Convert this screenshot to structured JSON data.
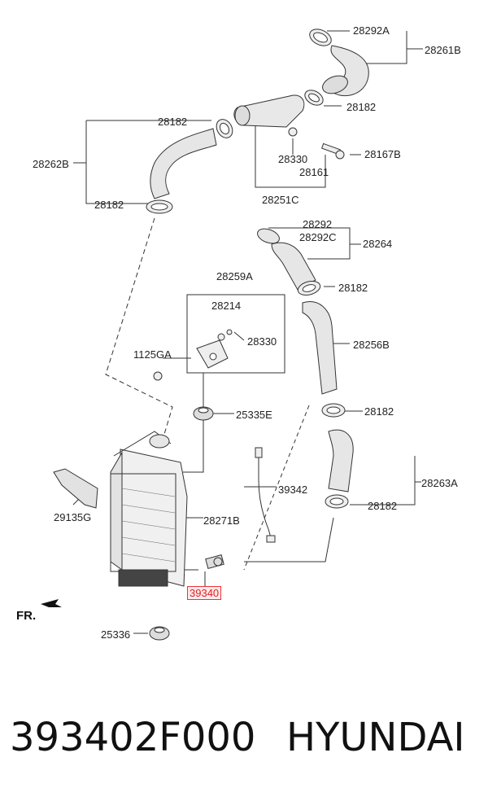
{
  "labels": {
    "l28292A": "28292A",
    "l28261B": "28261B",
    "l28182a": "28182",
    "l28182b": "28182",
    "l28262B": "28262B",
    "l28330a": "28330",
    "l28167B": "28167B",
    "l28161": "28161",
    "l28182c": "28182",
    "l28251C": "28251C",
    "l28292": "28292",
    "l28292C": "28292C",
    "l28264": "28264",
    "l28182d": "28182",
    "l28259A": "28259A",
    "l28214": "28214",
    "l28330b": "28330",
    "l1125GA": "1125GA",
    "l28256B": "28256B",
    "l28182e": "28182",
    "l25335E": "25335E",
    "l39342": "39342",
    "l28263A": "28263A",
    "l29135G": "29135G",
    "l28271B": "28271B",
    "l28182f": "28182",
    "l39340": "39340",
    "l25336": "25336",
    "fr": "FR."
  },
  "footer": {
    "part_number": "393402F000",
    "brand": "HYUNDAI"
  },
  "colors": {
    "highlight_border": "#e33333",
    "highlight_fill": "#fde9ec",
    "line": "#333333"
  }
}
